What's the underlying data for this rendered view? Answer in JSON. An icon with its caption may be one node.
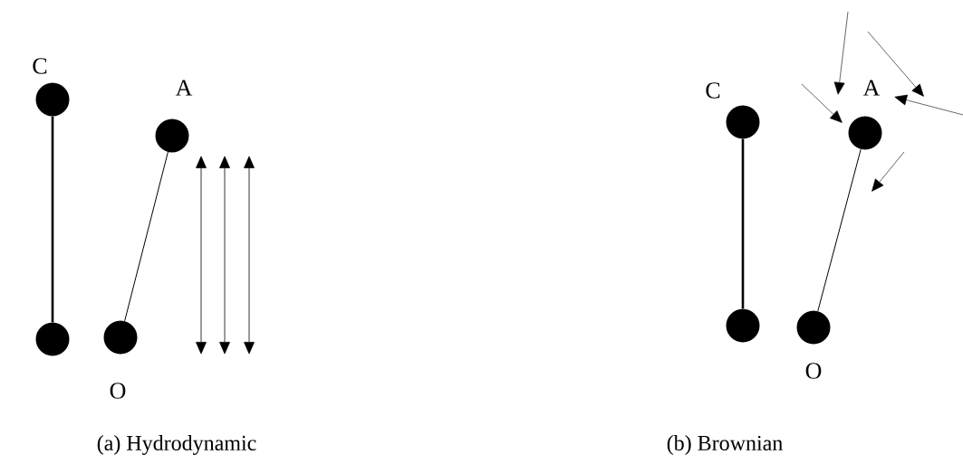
{
  "diagram": {
    "nodes": [
      {
        "text": [],
        "shape": "circle",
        "beside": [
          "C"
        ]
      },
      {
        "text": [],
        "shape": "circle",
        "beside": [
          "A"
        ]
      },
      {
        "text": [],
        "shape": "circle"
      },
      {
        "text": [],
        "shape": "circle",
        "beside": [
          "O"
        ]
      },
      {
        "text": [],
        "shape": "circle",
        "beside": [
          "C"
        ]
      },
      {
        "text": [],
        "shape": "circle",
        "beside": [
          "A"
        ]
      },
      {
        "text": [],
        "shape": "circle"
      },
      {
        "text": [],
        "shape": "circle",
        "beside": [
          "O"
        ]
      }
    ],
    "edges": [
      {
        "from": 0,
        "to": 2,
        "arrow": "none",
        "style": "thick"
      },
      {
        "from": 1,
        "to": 3,
        "arrow": "none"
      },
      {
        "from": 4,
        "to": 6,
        "arrow": "none",
        "style": "thick"
      },
      {
        "from": 5,
        "to": 7,
        "arrow": "none"
      }
    ],
    "labels": [
      "(a) Hydrodynamic",
      "(b) Brownian"
    ]
  }
}
